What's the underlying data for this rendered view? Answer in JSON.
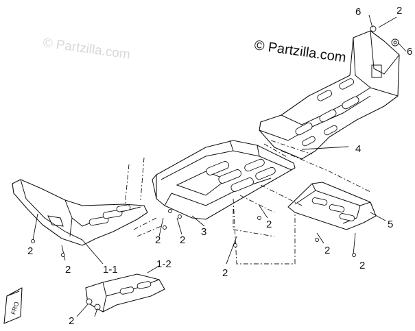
{
  "watermark": {
    "main": "© Partzilla.com",
    "faint": "© Partzilla.com"
  },
  "callouts": {
    "part_1_1": "1-1",
    "part_1_2": "1-2",
    "part_3": "3",
    "part_4": "4",
    "part_5": "5",
    "part_6_top": "6",
    "part_6_right": "6",
    "bolt_2": "2"
  },
  "front_marker": "FRO"
}
